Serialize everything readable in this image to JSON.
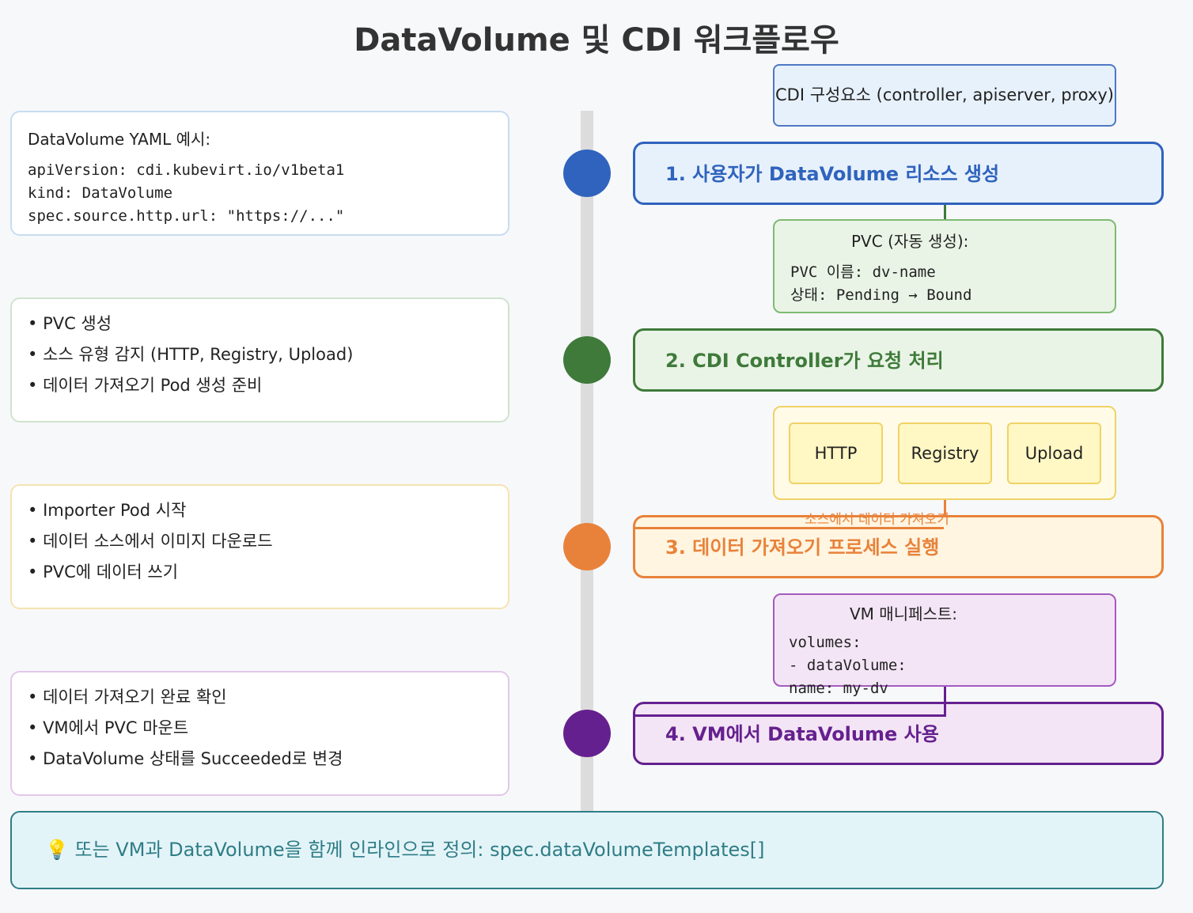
{
  "title": "DataVolume 및 CDI 워크플로우",
  "cdi_components": "CDI 구성요소 (controller, apiserver, proxy)",
  "steps": [
    {
      "label": "1. 사용자가 DataVolume 리소스 생성",
      "color": "#2f63bd"
    },
    {
      "label": "2. CDI Controller가 요청 처리",
      "color": "#3f7a3a"
    },
    {
      "label": "3. 데이터 가져오기 프로세스 실행",
      "color": "#e8823a"
    },
    {
      "label": "4. VM에서 DataVolume 사용",
      "color": "#65208f"
    }
  ],
  "left_panels": {
    "yaml": {
      "heading": "DataVolume YAML 예시:",
      "lines": [
        "apiVersion: cdi.kubevirt.io/v1beta1",
        "kind: DataVolume",
        "spec.source.http.url: \"https://...\""
      ]
    },
    "controller_bullets": [
      "PVC 생성",
      "소스 유형 감지 (HTTP, Registry, Upload)",
      "데이터 가져오기 Pod 생성 준비"
    ],
    "import_bullets": [
      "Importer Pod 시작",
      "데이터 소스에서 이미지 다운로드",
      "PVC에 데이터 쓰기"
    ],
    "vm_bullets": [
      "데이터 가져오기 완료 확인",
      "VM에서 PVC 마운트",
      "DataVolume 상태를 Succeeded로 변경"
    ]
  },
  "pvc_panel": {
    "heading": "PVC (자동 생성):",
    "lines": [
      "PVC 이름: dv-name",
      "상태: Pending → Bound"
    ]
  },
  "sources": [
    "HTTP",
    "Registry",
    "Upload"
  ],
  "source_caption": "소스에서 데이터 가져오기",
  "vm_manifest": {
    "heading": "VM 매니페스트:",
    "lines": [
      "volumes:",
      "- dataVolume:",
      "name: my-dv"
    ]
  },
  "note": {
    "icon": "lightbulb-icon",
    "text": "💡 또는 VM과 DataVolume을 함께 인라인으로 정의: spec.dataVolumeTemplates[]"
  }
}
